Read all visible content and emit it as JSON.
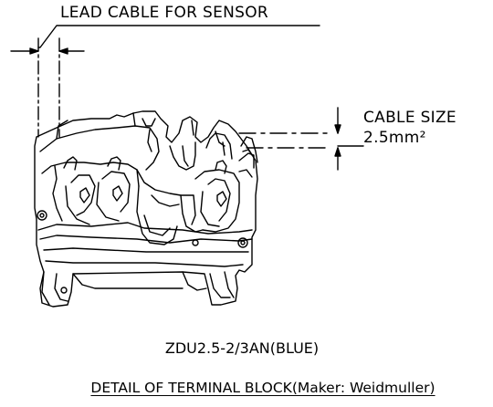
{
  "labels": {
    "lead_cable": "LEAD CABLE FOR SENSOR",
    "cable_size_title": "CABLE SIZE",
    "cable_size_value": "2.5mm²",
    "model": "ZDU2.5-2/3AN(BLUE)",
    "detail": "DETAIL OF TERMINAL BLOCK(Maker: Weidmuller)"
  }
}
